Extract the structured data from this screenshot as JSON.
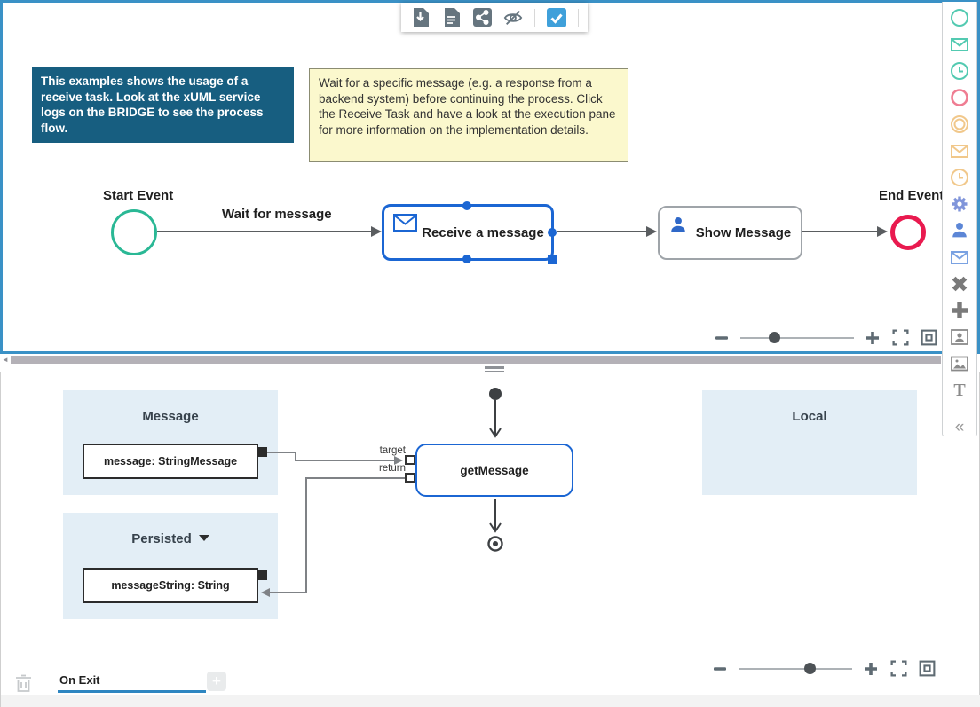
{
  "colors": {
    "pane_border_blue": "#3a91c6",
    "selection_blue": "#1b66d3",
    "start_event_teal": "#2ab895",
    "end_event_red": "#e91a4f",
    "checkbox_blue": "#3fa0da",
    "panel_light_blue": "#e3eef6",
    "info_note_bg": "#175e80",
    "hint_note_bg": "#fbf8cd",
    "active_tab_underline": "#2e86c1"
  },
  "toolbar": {
    "icons": [
      "export-download-icon",
      "document-icon",
      "share-icon",
      "hide-annotations-icon",
      "validate-checkbox-icon"
    ],
    "checkbox_checked": true
  },
  "notes": {
    "info": "This examples shows the usage of a receive task. Look at the xUML service logs on the BRIDGE to see the process flow.",
    "hint": "Wait for a specific message (e.g. a response from a backend system) before continuing the process. Click the Receive Task and have a look at the execution pane for more information on the implementation details."
  },
  "process": {
    "start_label": "Start Event",
    "flow_label": "Wait for message",
    "receive_label": "Receive a message",
    "show_label": "Show Message",
    "end_label": "End Event",
    "zoom_slider_position": 0.3
  },
  "mapping": {
    "message_panel": "Message",
    "persisted_panel": "Persisted",
    "local_panel": "Local",
    "message_var": "message: StringMessage",
    "persisted_var": "messageString: String",
    "action_label": "getMessage",
    "target_label": "target",
    "return_label": "return",
    "zoom_slider_position": 0.62
  },
  "footer": {
    "active_tab": "On Exit"
  },
  "palette": {
    "items": [
      {
        "name": "start-event-icon",
        "color": "#53cab1"
      },
      {
        "name": "message-start-event-icon",
        "color": "#53cab1"
      },
      {
        "name": "timer-start-event-icon",
        "color": "#53cab1"
      },
      {
        "name": "end-event-icon",
        "color": "#ef7d92"
      },
      {
        "name": "intermediate-event-icon",
        "color": "#f1c88b"
      },
      {
        "name": "message-intermediate-event-icon",
        "color": "#f1c88b"
      },
      {
        "name": "timer-intermediate-event-icon",
        "color": "#f1c88b"
      },
      {
        "name": "service-task-gear-icon",
        "color": "#8095da"
      },
      {
        "name": "user-task-icon",
        "color": "#5c86d6"
      },
      {
        "name": "receive-task-icon",
        "color": "#7aa2e2"
      },
      {
        "name": "exclusive-gateway-icon",
        "color": "#7a7a7a"
      },
      {
        "name": "parallel-gateway-icon",
        "color": "#7a7a7a"
      },
      {
        "name": "participant-icon",
        "color": "#8a8a8a"
      },
      {
        "name": "image-icon",
        "color": "#8a8a8a"
      },
      {
        "name": "text-annotation-icon",
        "color": "#8a8a8a"
      }
    ],
    "text_tool": "T",
    "collapse": "«"
  }
}
